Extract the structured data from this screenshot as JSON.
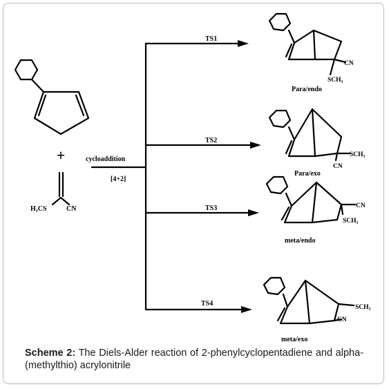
{
  "reactant": {
    "plus": "+",
    "dienophile_left": "H₃CS",
    "dienophile_right": "CN"
  },
  "conditions": {
    "above": "cycloaddition",
    "below": "[4+2]"
  },
  "pathways": [
    {
      "ts": "TS1",
      "product": "Para/endo",
      "sub_a": "CN",
      "sub_b": "SCH₃"
    },
    {
      "ts": "TS2",
      "product": "Para/exo",
      "sub_a": "SCH₃",
      "sub_b": "CN"
    },
    {
      "ts": "TS3",
      "product": "meta/endo",
      "sub_a": "CN",
      "sub_b": "SCH₃"
    },
    {
      "ts": "TS4",
      "product": "meta/exo",
      "sub_a": "SCH₃",
      "sub_b": "CN"
    }
  ],
  "caption": {
    "label": "Scheme 2:",
    "text": " The Diels-Alder reaction of 2-phenylcyclopentadiene and alpha-(methylthio) acrylonitrile"
  }
}
